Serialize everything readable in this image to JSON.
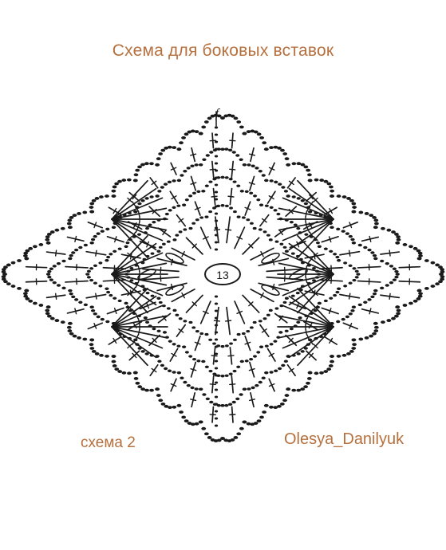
{
  "title": "Схема для боковых вставок",
  "center_count": "13",
  "start_mark": "f",
  "schema_label": "схема 2",
  "author": "Olesya_Danilyuk",
  "colors": {
    "label_color": "#b5703e",
    "ink": "#1a1a1a",
    "background": "#ffffff"
  }
}
